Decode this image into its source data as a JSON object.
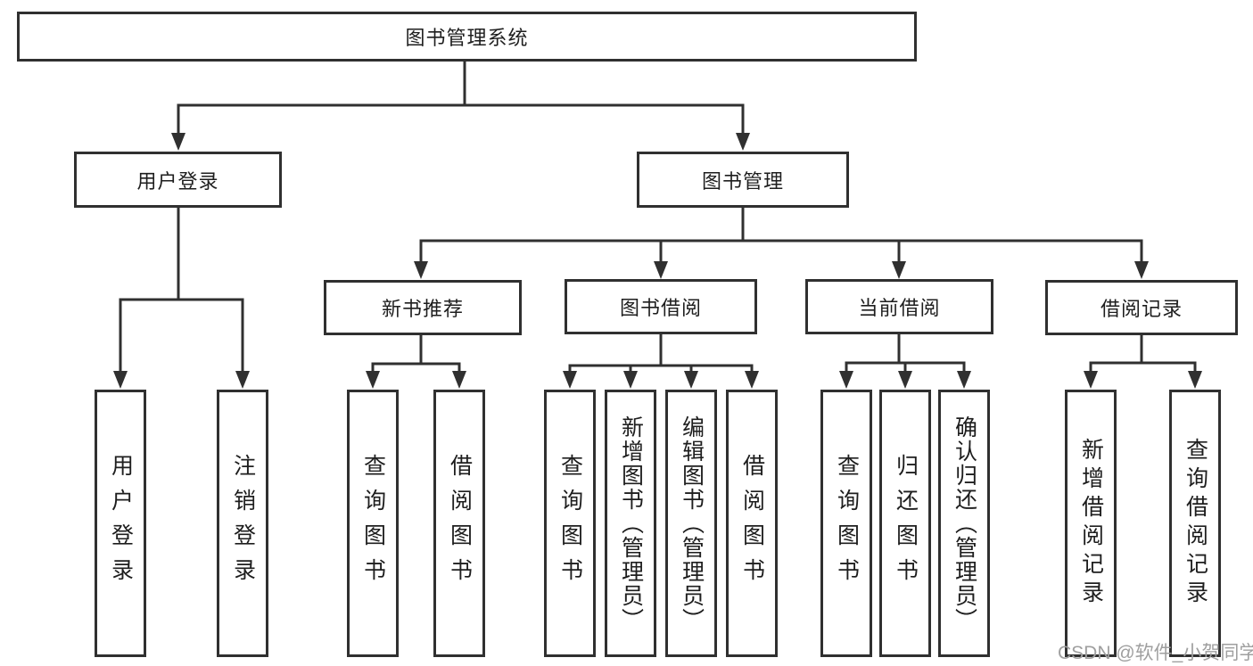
{
  "colors": {
    "line": "#303030",
    "text": "#1e1e1e",
    "background": "#ffffff",
    "watermark": "#9f9f9f"
  },
  "root": {
    "label": "图书管理系统"
  },
  "branches": {
    "user_login": {
      "label": "用户登录",
      "children": {
        "login": "用户登录",
        "logout": "注销登录"
      }
    },
    "book_mgmt": {
      "label": "图书管理",
      "children": {
        "new_books": {
          "label": "新书推荐",
          "children": {
            "query": "查询图书",
            "borrow": "借阅图书"
          }
        },
        "book_borrow": {
          "label": "图书借阅",
          "children": {
            "query": "查询图书",
            "add": "新增图书（管理员）",
            "edit": "编辑图书（管理员）",
            "borrow": "借阅图书"
          }
        },
        "current_borrow": {
          "label": "当前借阅",
          "children": {
            "query": "查询图书",
            "return": "归还图书",
            "confirm": "确认归还（管理员）"
          }
        },
        "borrow_records": {
          "label": "借阅记录",
          "children": {
            "add": "新增借阅记录",
            "query": "查询借阅记录"
          }
        }
      }
    }
  },
  "watermark": "CSDN @软件_小贺同学"
}
